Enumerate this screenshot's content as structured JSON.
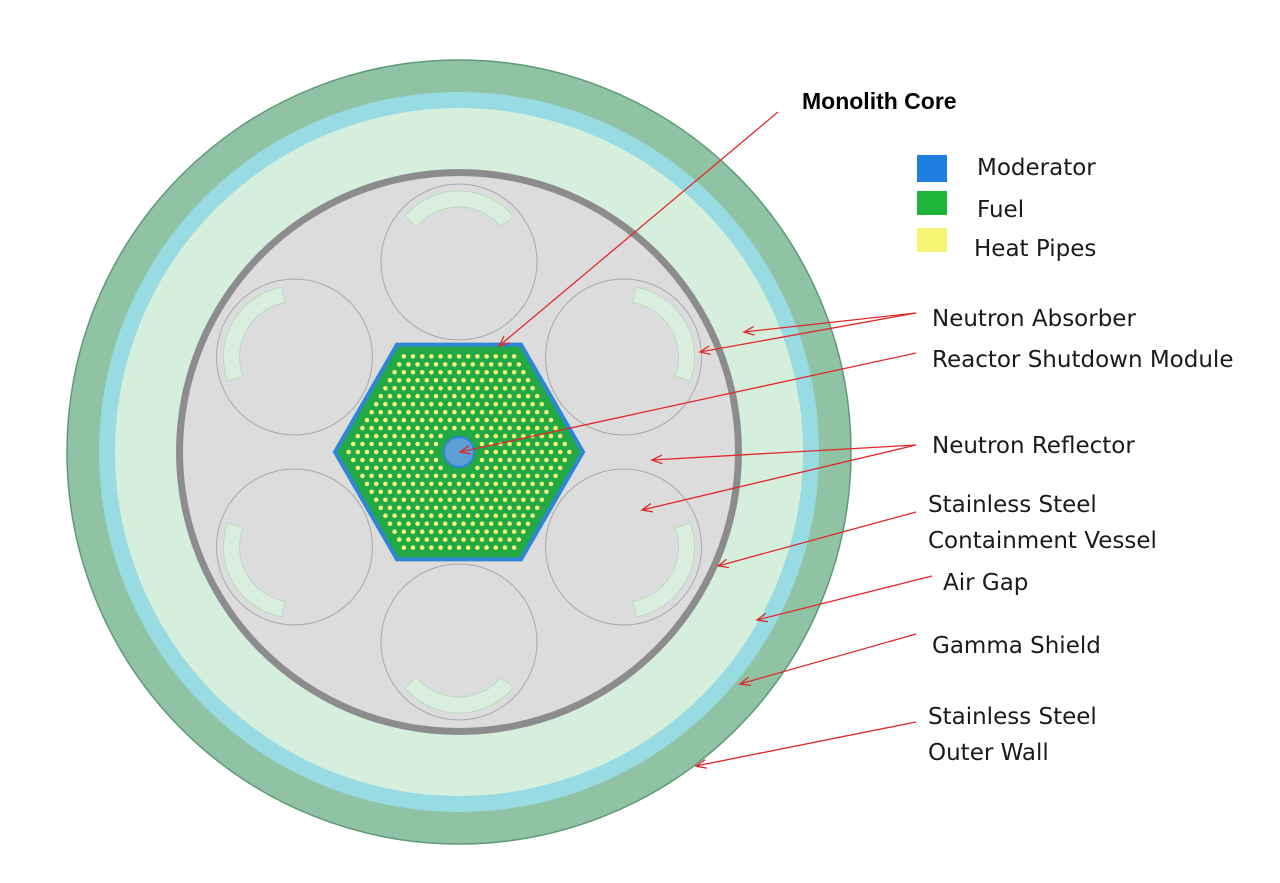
{
  "colors": {
    "outer_wall": "#90c3a3",
    "outer_wall_edge": "#5f9a78",
    "air_gap": "#98dbe3",
    "gamma_shield": "#d6efdd",
    "vessel": "#8c8c8c",
    "reflector": "#dcdcdc",
    "absorber": "#d9eedc",
    "moderator": "#2f86d8",
    "fuel": "#22a844",
    "heat_pipes": "#f0f27a",
    "leader": "#e0282a"
  },
  "title": "Monolith Core",
  "legend": [
    {
      "label": "Moderator",
      "color": "#1e7fe0"
    },
    {
      "label": "Fuel",
      "color": "#1fb53b"
    },
    {
      "label": "Heat Pipes",
      "color": "#f3f573"
    }
  ],
  "labels": {
    "neutron_absorber": "Neutron Absorber",
    "reactor_shutdown": "Reactor Shutdown Module",
    "neutron_reflector": "Neutron Reflector",
    "containment_line1": "Stainless Steel",
    "containment_line2": "Containment Vessel",
    "air_gap": "Air Gap",
    "gamma_shield": "Gamma Shield",
    "outer_wall_line1": "Stainless Steel",
    "outer_wall_line2": "Outer Wall"
  }
}
